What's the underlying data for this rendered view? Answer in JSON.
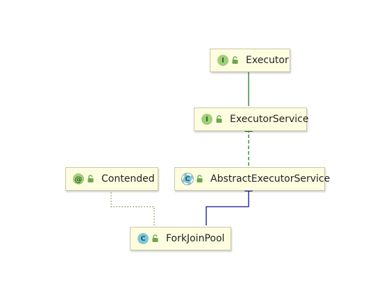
{
  "diagram": {
    "nodes": [
      {
        "id": "executor",
        "label": "Executor",
        "kind": "interface",
        "badge": "I",
        "badge_icon": "interface-icon"
      },
      {
        "id": "executor-service",
        "label": "ExecutorService",
        "kind": "interface",
        "badge": "I",
        "badge_icon": "interface-icon"
      },
      {
        "id": "abstract-executor-service",
        "label": "AbstractExecutorService",
        "kind": "abstract-class",
        "badge": "C",
        "badge_icon": "abstract-class-icon"
      },
      {
        "id": "contended",
        "label": "Contended",
        "kind": "annotation",
        "badge": "@",
        "badge_icon": "annotation-icon"
      },
      {
        "id": "fork-join-pool",
        "label": "ForkJoinPool",
        "kind": "class",
        "badge": "C",
        "badge_icon": "class-icon"
      }
    ],
    "edges": [
      {
        "from": "executor-service",
        "to": "executor",
        "type": "extends",
        "style": "solid",
        "color": "#1a7f1a"
      },
      {
        "from": "abstract-executor-service",
        "to": "executor-service",
        "type": "implements",
        "style": "dashed",
        "color": "#1a7f1a"
      },
      {
        "from": "fork-join-pool",
        "to": "abstract-executor-service",
        "type": "extends",
        "style": "solid",
        "color": "#10108c"
      },
      {
        "from": "fork-join-pool",
        "to": "contended",
        "type": "annotated-by",
        "style": "dotted",
        "color": "#6e8a3c"
      }
    ],
    "colors": {
      "node_fill": "#fffde0",
      "interface_badge": "#9ed07a",
      "class_badge": "#7ec8d8",
      "lock": "#6aa84f"
    }
  }
}
